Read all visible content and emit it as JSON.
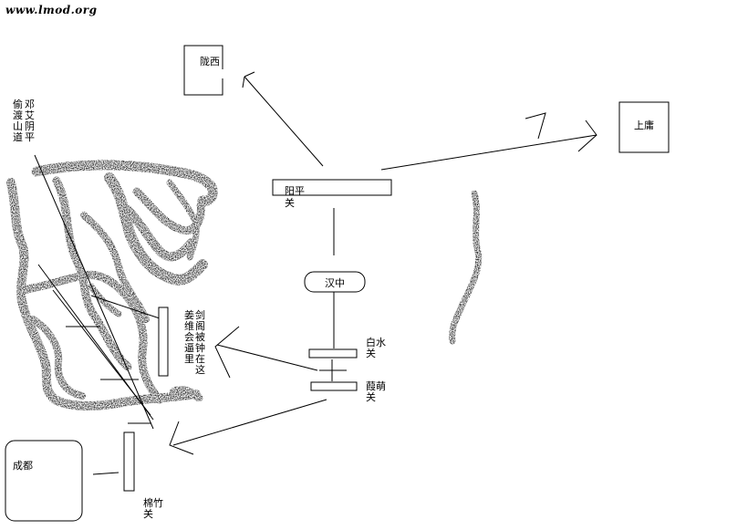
{
  "watermark": "www.lmod.org",
  "nodes": {
    "longxi": "陇西",
    "shangyong": "上庸",
    "yangping": "阳平",
    "yangping_suffix": "关",
    "hanzhong": "汉中",
    "baishui": "白水",
    "baishui_suffix": "关",
    "jiameng": "葭萌",
    "jiameng_suffix": "关",
    "chengdu": "成都",
    "mianzhu": "棉竹",
    "mianzhu_suffix": "关"
  },
  "annotations": {
    "deng_ai_col1": "邓艾",
    "deng_ai_col2": "偷渡",
    "deng_ai_col3": "阴平",
    "deng_ai_col4": "山道",
    "jiange_col1": "剑阁",
    "jiange_col2": "姜维",
    "jiange_col3": "被钟",
    "jiange_col4": "会逼",
    "jiange_col5": "在这",
    "jiange_col6": "里"
  },
  "colors": {
    "ink": "#000000",
    "paper": "#ffffff"
  }
}
